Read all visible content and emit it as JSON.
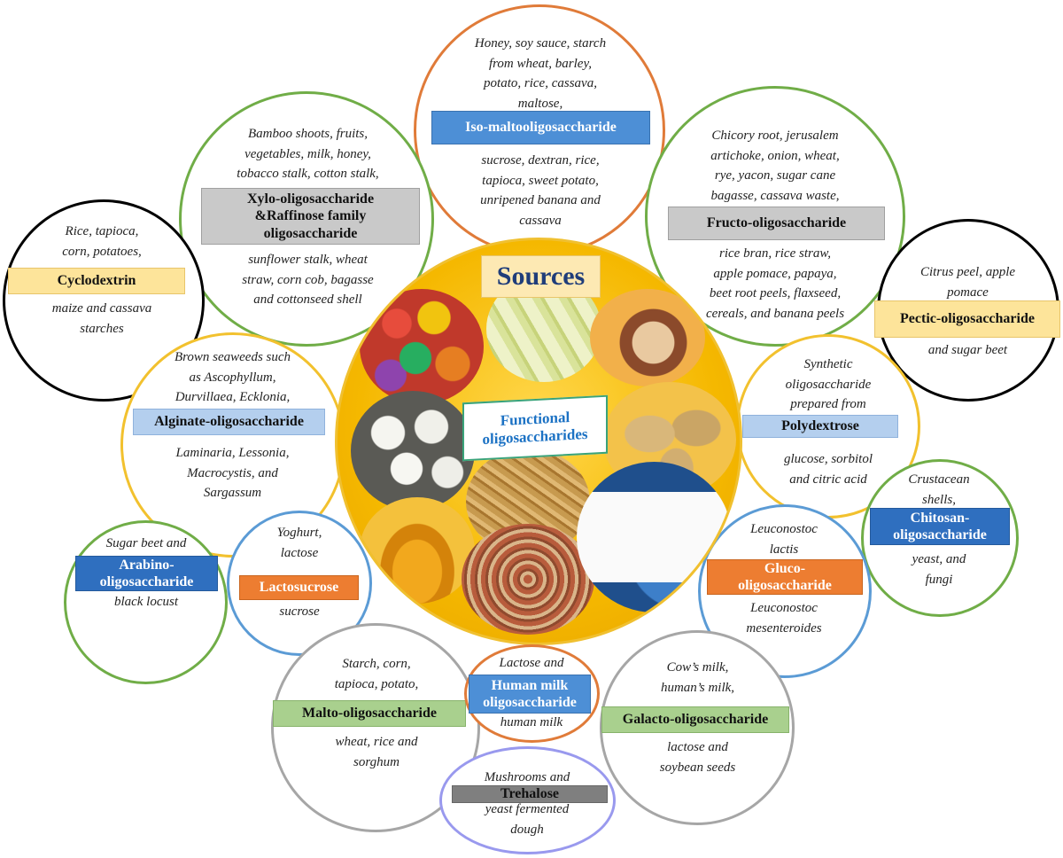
{
  "center": {
    "title": "Sources",
    "subtitle": "Functional\noligosaccharides"
  },
  "nodes": {
    "iso": {
      "label": "Iso-maltooligosaccharide",
      "above": "Honey, soy sauce, starch\nfrom wheat, barley,\npotato, rice, cassava,\nmaltose,",
      "below": "sucrose, dextran, rice,\ntapioca, sweet potato,\nunripened banana and\ncassava"
    },
    "xylo": {
      "label": "Xylo-oligosaccharide\n&Raffinose family\noligosaccharide",
      "above": "Bamboo shoots, fruits,\nvegetables, milk, honey,\ntobacco stalk, cotton stalk,",
      "below": "sunflower stalk, wheat\nstraw, corn cob, bagasse\nand cottonseed shell"
    },
    "fructo": {
      "label": "Fructo-oligosaccharide",
      "above": "Chicory root, jerusalem\nartichoke, onion, wheat,\nrye, yacon, sugar cane\nbagasse, cassava waste,",
      "below": "rice bran, rice straw,\napple pomace, papaya,\nbeet root peels, flaxseed,\ncereals, and banana peels"
    },
    "cyclo": {
      "label": "Cyclodextrin",
      "above": "Rice, tapioca,\ncorn, potatoes,",
      "below": "maize and cassava\nstarches"
    },
    "pectic": {
      "label": "Pectic-oligosaccharide",
      "above": "Citrus peel, apple\npomace",
      "below": "and sugar beet"
    },
    "alginate": {
      "label": "Alginate-oligosaccharide",
      "above": "Brown seaweeds such\nas Ascophyllum,\nDurvillaea, Ecklonia,",
      "below": "Laminaria, Lessonia,\nMacrocystis, and\nSargassum"
    },
    "poly": {
      "label": "Polydextrose",
      "above": "Synthetic\noligosaccharide\nprepared from",
      "below": "glucose, sorbitol\nand citric acid"
    },
    "chitosan": {
      "label": "Chitosan-\noligosaccharide",
      "above": "Crustacean\nshells,",
      "below": "yeast, and\nfungi"
    },
    "arabino": {
      "label": "Arabino-\noligosaccharide",
      "above": "Sugar beet and",
      "below": "black locust"
    },
    "lacto": {
      "label": "Lactosucrose",
      "above": "Yoghurt,\nlactose",
      "below": "sucrose"
    },
    "gluco": {
      "label": "Gluco-\noligosaccharide",
      "above": "Leuconostoc\nlactis",
      "below": "Leuconostoc\nmesenteroides"
    },
    "malto": {
      "label": "Malto-oligosaccharide",
      "above": "Starch, corn,\ntapioca, potato,",
      "below": "wheat, rice and\nsorghum"
    },
    "hmo": {
      "label": "Human milk\noligosaccharide",
      "above": "Lactose and",
      "below": "human milk"
    },
    "galacto": {
      "label": "Galacto-oligosaccharide",
      "above": "Cow’s milk,\nhuman’s milk,",
      "below": "lactose and\nsoybean seeds"
    },
    "treh": {
      "label": "Trehalose",
      "above": "Mushrooms and",
      "below": "yeast fermented\ndough"
    }
  },
  "colors": {
    "orange_ring": "#e07b39",
    "green_ring": "#70ad47",
    "black_ring": "#000000",
    "yellow_ring": "#f2c12e",
    "blue_ring": "#5b9bd5",
    "gray_ring": "#a6a6a6",
    "purple_ring": "#9999ee"
  }
}
